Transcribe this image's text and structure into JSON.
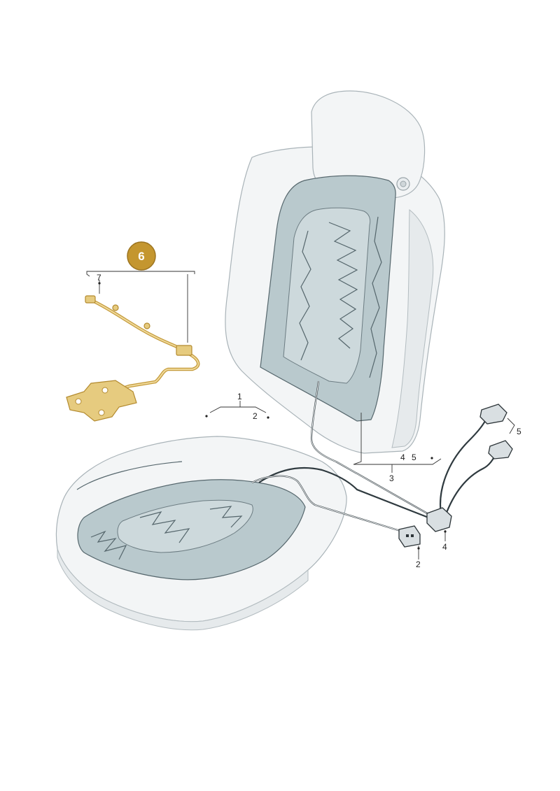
{
  "callouts": {
    "badge": "6",
    "label_7": "7",
    "label_1": "1",
    "label_2_top": "2",
    "label_4_upper": "4",
    "label_5_upper": "5",
    "label_3": "3",
    "label_5_right": "5",
    "label_4_lower": "4",
    "label_2_lower": "2"
  },
  "colors": {
    "badge_fill": "#c4962f",
    "badge_stroke": "#9c7420"
  }
}
